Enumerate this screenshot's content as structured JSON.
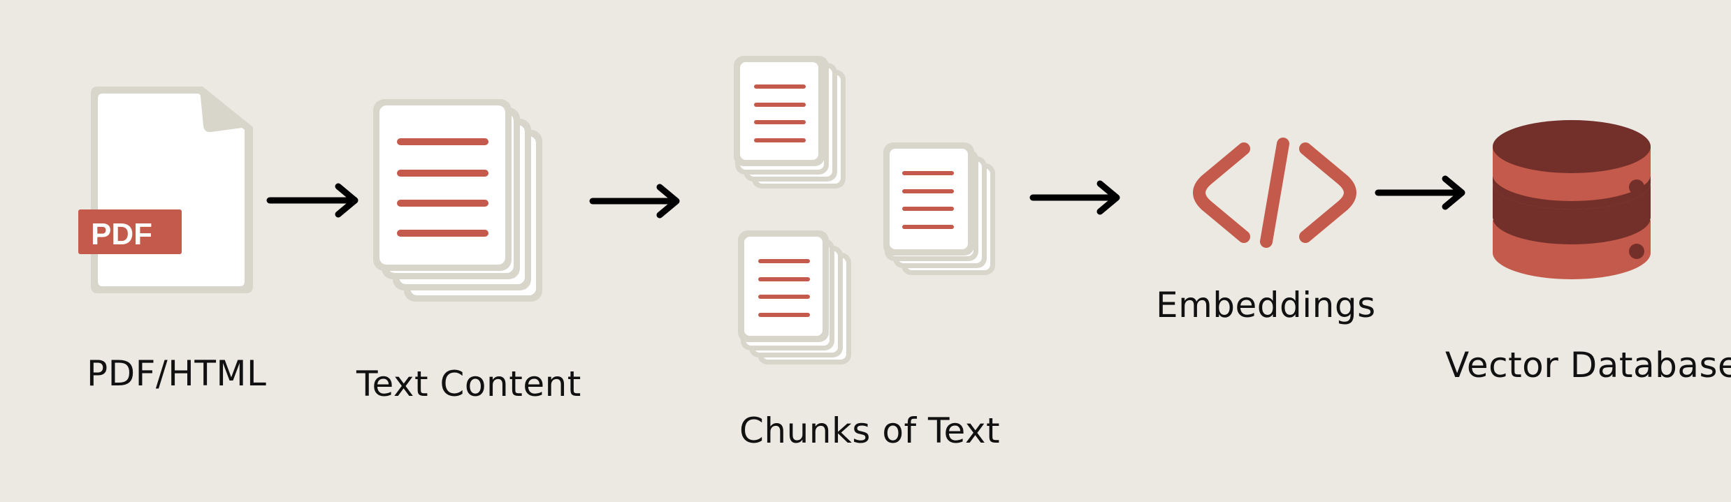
{
  "steps": {
    "pdf_html": {
      "label": "PDF/HTML",
      "badge": "PDF"
    },
    "text_content": {
      "label": "Text Content"
    },
    "chunks": {
      "label": "Chunks of Text"
    },
    "embeddings": {
      "label": "Embeddings"
    },
    "vector_database": {
      "label": "Vector Database"
    }
  },
  "colors": {
    "background": "#ECE9E2",
    "accent": "#C45A4B",
    "accent_dark": "#73302A",
    "doc_fill": "#FFFFFF",
    "doc_border": "#D8D5CB",
    "arrow": "#000000"
  }
}
